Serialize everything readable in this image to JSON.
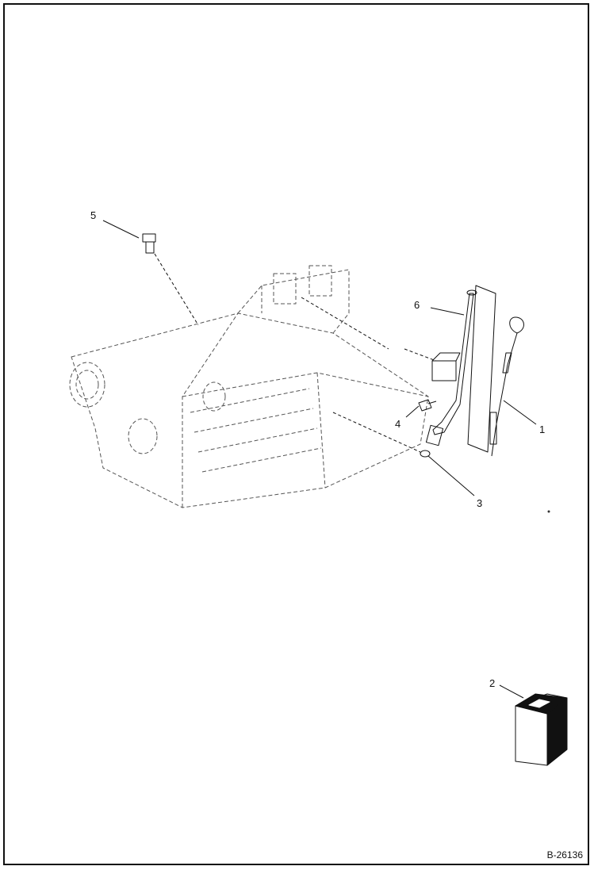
{
  "figure": {
    "id_label": "B-26136",
    "line_color": "#111111"
  },
  "callouts": [
    {
      "number": "1",
      "part": "dipstick"
    },
    {
      "number": "2",
      "part": "oil-container"
    },
    {
      "number": "3",
      "part": "o-ring"
    },
    {
      "number": "4",
      "part": "bolt"
    },
    {
      "number": "5",
      "part": "plug"
    },
    {
      "number": "6",
      "part": "dipstick-tube"
    }
  ]
}
